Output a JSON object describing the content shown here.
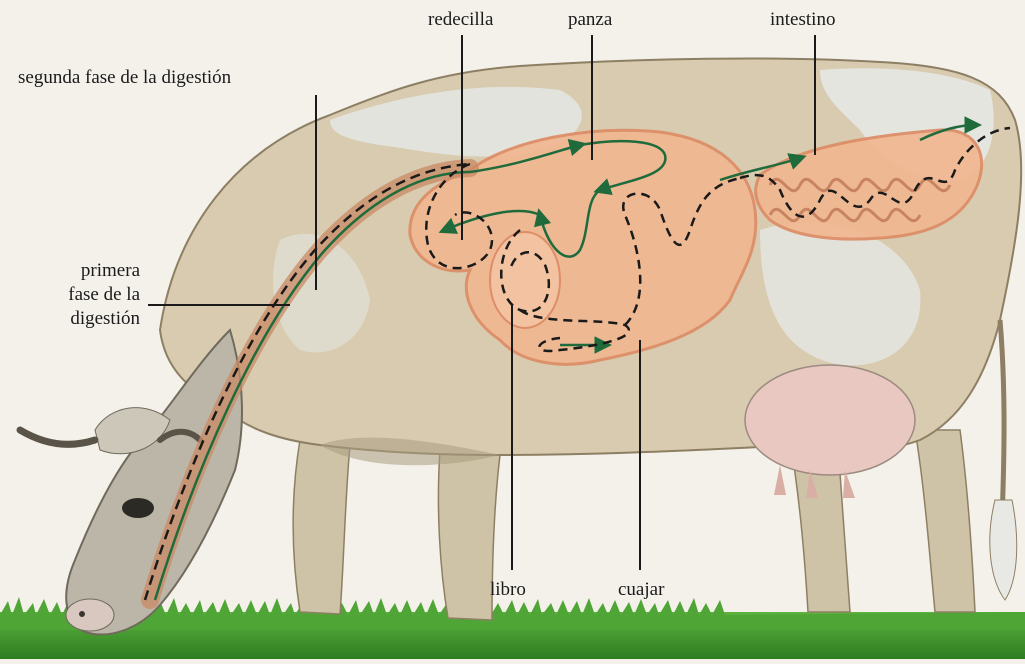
{
  "labels": {
    "redecilla": "redecilla",
    "panza": "panza",
    "intestino": "intestino",
    "segunda_fase": "segunda fase de la digestión",
    "primera_fase_lines": [
      "primera",
      "fase de la",
      "digestión"
    ],
    "libro": "libro",
    "cuajar": "cuajar"
  },
  "colors": {
    "cow_body": "#d8cbb0",
    "cow_shadow": "#a99c80",
    "white_patch": "#e4e6e2",
    "stomach": "#f0b892",
    "stomach_edge": "#dd8e68",
    "esophagus": "#c98a66",
    "path_green": "#1f6b3c",
    "path_dashed": "#1a1a1a",
    "grass": "#3f9a2e",
    "background": "#f3f1ea"
  }
}
